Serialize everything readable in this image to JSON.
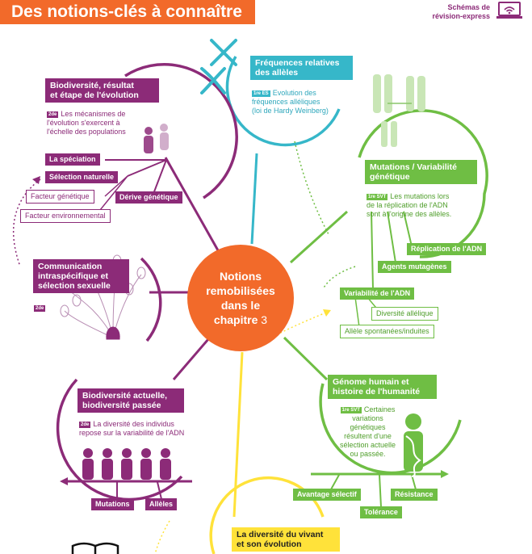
{
  "header": {
    "title": "Des notions-clés à connaître",
    "schema_label_line1": "Schémas de",
    "schema_label_line2": "révision-express"
  },
  "center": {
    "line1": "Notions",
    "line2": "remobilisées",
    "line3": "dans le",
    "line4": "chapitre",
    "number": "3"
  },
  "frequences": {
    "title_line1": "Fréquences relatives",
    "title_line2": "des allèles",
    "badge": "1re ES",
    "text_line1": "Evolution des",
    "text_line2": "fréquences alléliques",
    "text_line3": "(loi de Hardy Weinberg)"
  },
  "biodiv_evolution": {
    "title_line1": "Biodiversité, résultat",
    "title_line2": "et étape de l'évolution",
    "badge": "2de",
    "text_line1": "Les mécanismes de",
    "text_line2": "l'évolution s'exercent à",
    "text_line3": "l'échelle des populations",
    "tags": [
      "La spéciation",
      "Sélection naturelle",
      "Facteur génétique",
      "Dérive génétique",
      "Facteur environnemental"
    ]
  },
  "communication": {
    "title_line1": "Communication",
    "title_line2": "intraspécifique et",
    "title_line3": "sélection sexuelle",
    "badge": "2de"
  },
  "biodiv_actuelle": {
    "title_line1": "Biodiversité actuelle,",
    "title_line2": "biodiversité passée",
    "badge": "2de",
    "text_line1": "La diversité des individus",
    "text_line2": "repose sur la variabilité de l'ADN",
    "tags": [
      "Mutations",
      "Allèles"
    ]
  },
  "mutations": {
    "title_line1": "Mutations / Variabilité",
    "title_line2": "génétique",
    "badge": "1re SVT",
    "text_line1": "Les mutations lors",
    "text_line2": "de la réplication de l'ADN",
    "text_line3": "sont à l'origine des allèles.",
    "tags": [
      "Réplication de l'ADN",
      "Agents mutagènes",
      "Variabilité de l'ADN",
      "Diversité allélique",
      "Allèle spontanées/induites"
    ]
  },
  "genome": {
    "title_line1": "Génome humain et",
    "title_line2": "histoire de l'humanité",
    "badge": "1re SVT",
    "text_lines": [
      "Certaines",
      "variations",
      "génétiques",
      "résultent d'une",
      "sélection actuelle",
      "ou passée."
    ],
    "tags": [
      "Avantage sélectif",
      "Résistance",
      "Tolérance"
    ]
  },
  "diversite": {
    "title_line1": "La diversité du vivant",
    "title_line2": "et son évolution"
  },
  "colors": {
    "purple": "#8c2b78",
    "orange": "#f26a2a",
    "cyan": "#36b7c9",
    "green": "#6fbe44",
    "yellow": "#ffe23a"
  }
}
